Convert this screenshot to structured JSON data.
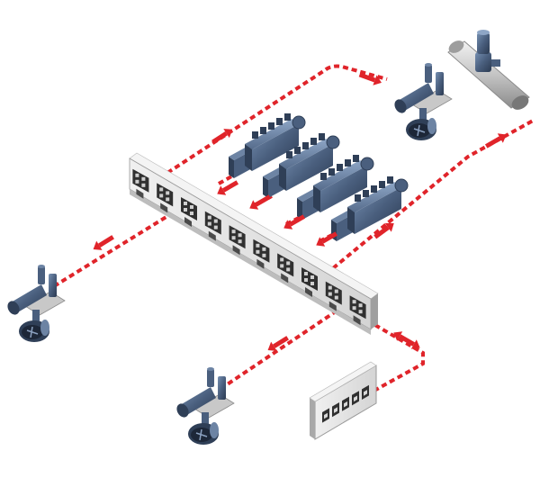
{
  "diagram": {
    "title": "",
    "colors": {
      "link": "#e0242a",
      "link_gap": "#ffffff",
      "machinery_dark": "#2f3f57",
      "machinery_mid": "#4a5f7e",
      "machinery_light": "#6d84a4",
      "panel_face": "#e3e3e3",
      "panel_side": "#a9a9a9",
      "panel_top": "#f2f2f2",
      "socket_dark": "#303030"
    },
    "components": {
      "switchboard": {
        "kind": "switchboard",
        "cabinets": 10
      },
      "gensets": {
        "kind": "diesel-generator",
        "count": 4
      },
      "thrusters": {
        "kind": "azimuth-thruster",
        "count": 3
      },
      "tunnel_thruster": {
        "kind": "tunnel-thruster",
        "count": 1
      },
      "control_console": {
        "kind": "control-console",
        "buttons": 5
      }
    },
    "icons": [
      "switchboard-icon",
      "generator-icon",
      "azimuth-thruster-icon",
      "tunnel-thruster-icon",
      "control-console-icon",
      "double-arrow-icon"
    ]
  }
}
